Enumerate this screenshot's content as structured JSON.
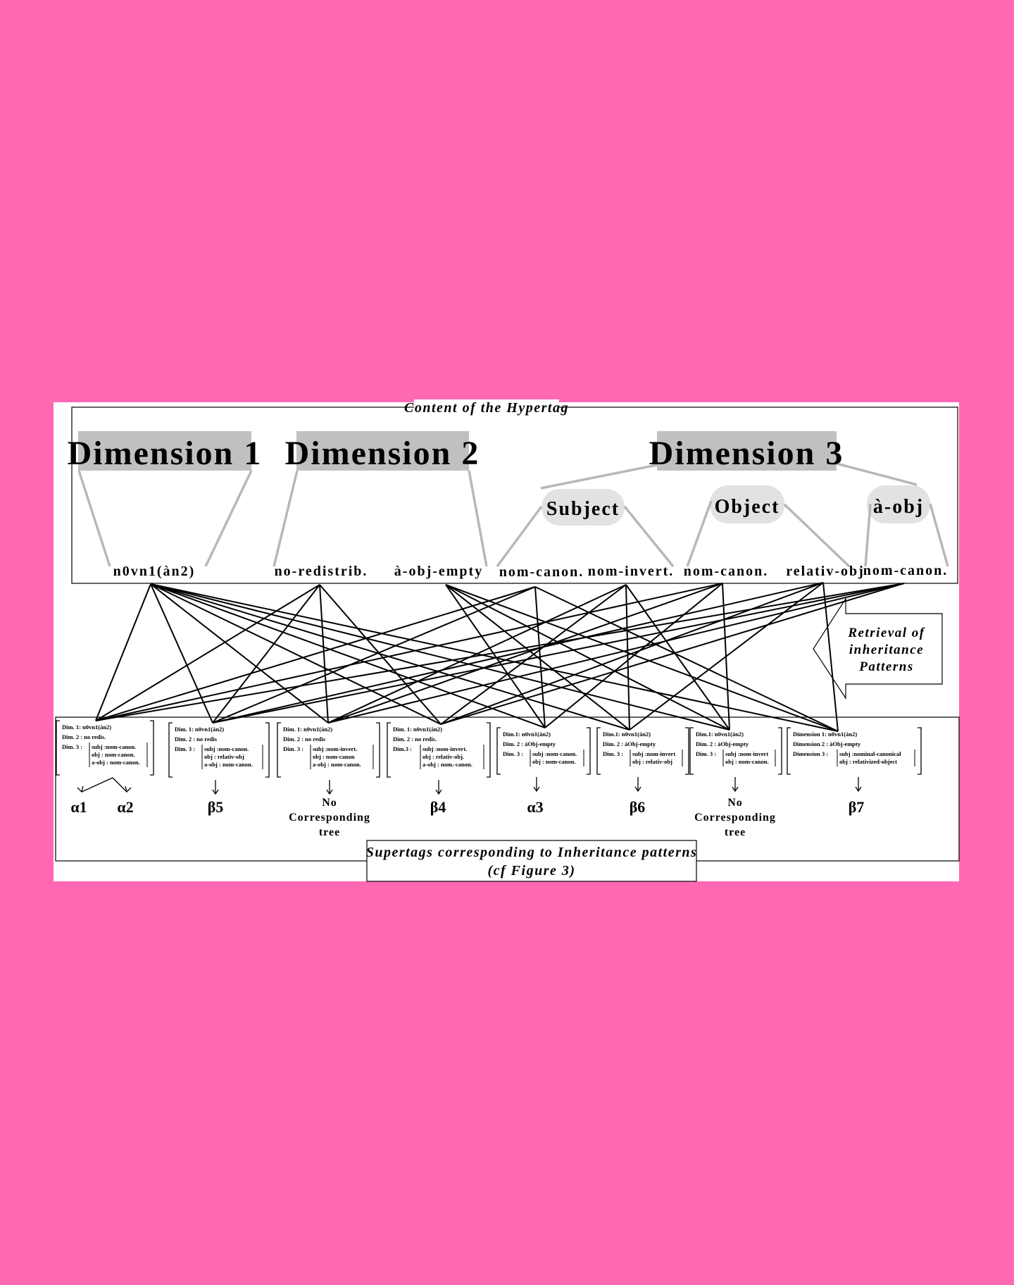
{
  "top_box": {
    "title": "Content of the Hypertag"
  },
  "dimensions": [
    {
      "label": "Dimension 1"
    },
    {
      "label": "Dimension 2"
    },
    {
      "label": "Dimension 3"
    }
  ],
  "dim3_groups": [
    "Subject",
    "Object",
    "à-obj"
  ],
  "leaves": [
    "n0vn1(àn2)",
    "no-redistrib.",
    "à-obj-empty",
    "nom-canon.",
    "nom-invert.",
    "nom-canon.",
    "relativ-obj",
    "nom-canon."
  ],
  "retrieval": {
    "line1": "Retrieval of",
    "line2": "inheritance",
    "line3": "Patterns"
  },
  "patterns": [
    {
      "d1": "Dim. 1: n0vn1(àn2)",
      "d2": "Dim. 2 : no redis.",
      "d3_label": "Dim. 3 :",
      "d3": [
        "subj :nom-canon.",
        "obj : nom-canon.",
        "a-obj : nom-canon."
      ],
      "trees": [
        "α1",
        "α2"
      ]
    },
    {
      "d1": "Dim. 1: n0vn1(àn2)",
      "d2": "Dim. 2 : no redis",
      "d3_label": "Dim. 3 :",
      "d3": [
        "subj :nom-canon.",
        "obj : relativ-obj",
        "a-obj : nom-canon."
      ],
      "trees": [
        "β5"
      ]
    },
    {
      "d1": "Dim. 1: n0vn1(àn2)",
      "d2": "Dim. 2 : no redis",
      "d3_label": "Dim. 3 :",
      "d3": [
        "subj :nom-invert.",
        "obj : nom-canon",
        "a-obj : nom-canon."
      ],
      "trees": [],
      "no_tree": [
        "No",
        "Corresponding",
        "tree"
      ]
    },
    {
      "d1": "Dim. 1: n0vn1(àn2)",
      "d2": "Dim. 2 : no redis.",
      "d3_label": "Dim.3 :",
      "d3": [
        "subj :nom-invert.",
        "obj : relativ-obj.",
        "a-obj : nom.-canon."
      ],
      "trees": [
        "β4"
      ]
    },
    {
      "d1": "Dim.1: n0vn1(àn2)",
      "d2": "Dim. 2 : àObj-empty",
      "d3_label": "Dim. 3 :",
      "d3": [
        "subj :nom-canon.",
        "obj : nom-canon."
      ],
      "trees": [
        "α3"
      ]
    },
    {
      "d1": "Dim.1: n0vn1(àn2)",
      "d2": "Dim. 2 : àObj-empty",
      "d3_label": "Dim. 3 :",
      "d3": [
        "subj :nom-invert",
        "obj : relativ-obj"
      ],
      "trees": [
        "β6"
      ]
    },
    {
      "d1": "Dim.1: n0vn1(àn2)",
      "d2": "Dim. 2 : àObj-empty",
      "d3_label": "Dim. 3 :",
      "d3": [
        "subj :nom-invert",
        "obj : nom-canon."
      ],
      "trees": [],
      "no_tree": [
        "No",
        "Corresponding",
        "tree"
      ]
    },
    {
      "d1": "Dimension 1: n0vn1(àn2)",
      "d2": "Dimension 2 : àObj-empty",
      "d3_label": "Dimension 3 :",
      "d3": [
        "subj :nominal-canonical",
        "obj : relativized-object"
      ],
      "trees": [
        "β7"
      ]
    }
  ],
  "bottom_box": {
    "title_line1": "Supertags corresponding to Inheritance patterns",
    "title_line2": "(cf Figure 3)"
  }
}
